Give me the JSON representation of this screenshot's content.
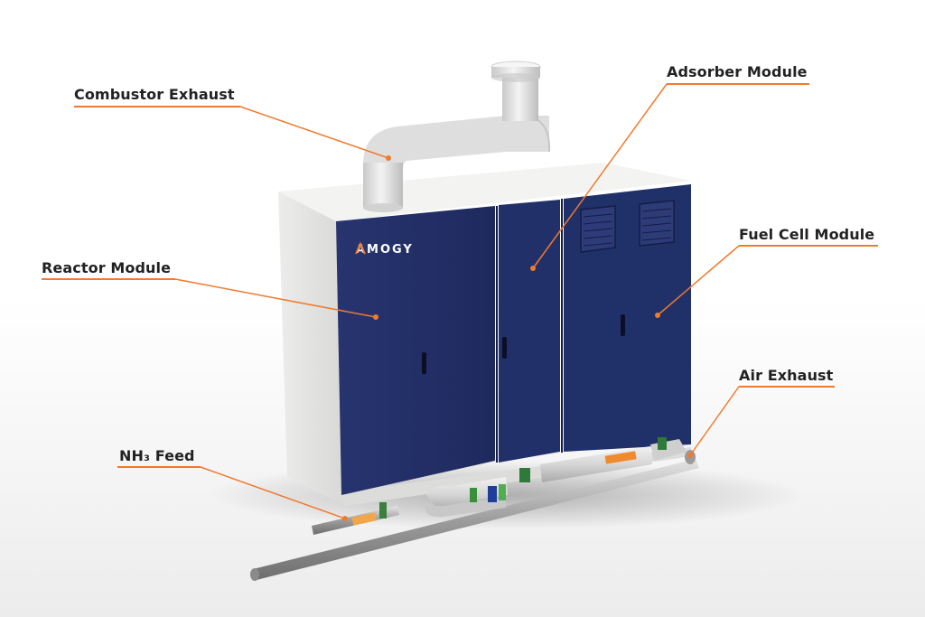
{
  "brand": {
    "logo_text": "AMOGY"
  },
  "labels": {
    "combustor_exhaust": "Combustor Exhaust",
    "adsorber_module": "Adsorber Module",
    "reactor_module": "Reactor Module",
    "fuel_cell_module": "Fuel Cell Module",
    "air_exhaust": "Air Exhaust",
    "nh3_feed": "NH₃ Feed"
  },
  "colors": {
    "callout": "#f07a2e",
    "cabinet_navy": "#23306b",
    "cabinet_shell": "#e6e6e4",
    "label_text": "#222222"
  }
}
